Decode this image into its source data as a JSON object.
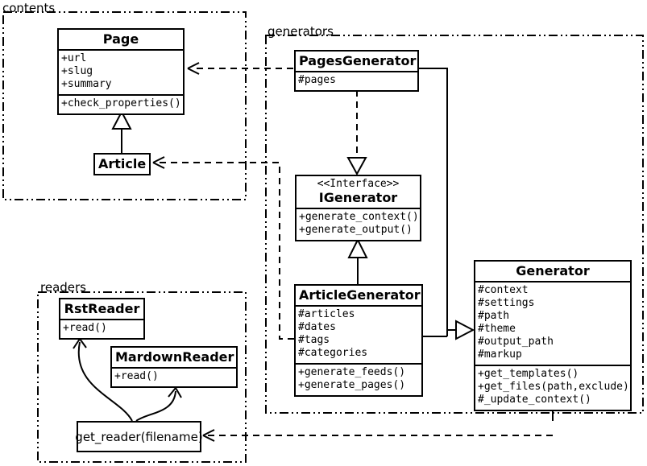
{
  "colors": {
    "stroke": "#000000",
    "box_fill": "#ffffff",
    "background": "#ffffff"
  },
  "packages": {
    "contents": {
      "label": "contents"
    },
    "generators": {
      "label": "generators"
    },
    "readers": {
      "label": "readers"
    }
  },
  "classes": {
    "page": {
      "title": "Page",
      "attributes": [
        "+url",
        "+slug",
        "+summary"
      ],
      "methods": [
        "+check_properties()"
      ]
    },
    "article": {
      "title": "Article"
    },
    "pages_generator": {
      "title": "PagesGenerator",
      "attributes": [
        "#pages"
      ]
    },
    "igenerator": {
      "stereotype": "<<Interface>>",
      "title": "IGenerator",
      "methods": [
        "+generate_context()",
        "+generate_output()"
      ]
    },
    "article_generator": {
      "title": "ArticleGenerator",
      "attributes": [
        "#articles",
        "#dates",
        "#tags",
        "#categories"
      ],
      "methods": [
        "+generate_feeds()",
        "+generate_pages()"
      ]
    },
    "generator": {
      "title": "Generator",
      "attributes": [
        "#context",
        "#settings",
        "#path",
        "#theme",
        "#output_path",
        "#markup"
      ],
      "methods": [
        "+get_templates()",
        "+get_files(path,exclude)",
        "#_update_context()"
      ]
    },
    "rst_reader": {
      "title": "RstReader",
      "methods": [
        "+read()"
      ]
    },
    "mardown_reader": {
      "title": "MardownReader",
      "methods": [
        "+read()"
      ]
    },
    "get_reader": {
      "label": "get_reader(filename)"
    }
  }
}
